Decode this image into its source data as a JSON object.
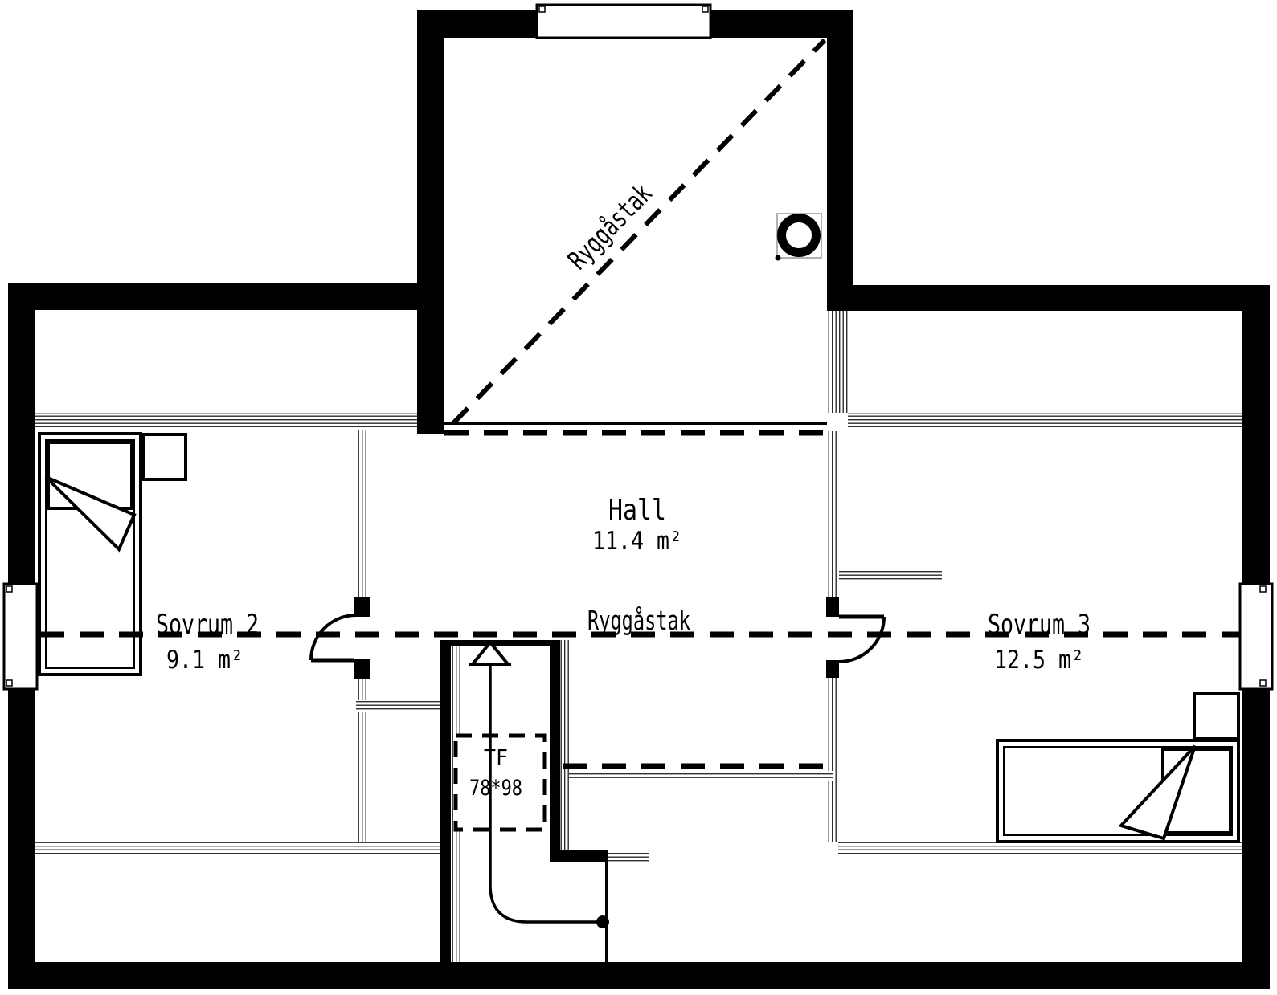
{
  "colors": {
    "ink": "#000000",
    "paper": "#ffffff",
    "hatch": "#2e2e2e",
    "chimney_frame_gray": "#999999"
  },
  "rooms": {
    "hall": {
      "name": "Hall",
      "area": "11.4 m²"
    },
    "sovrum2": {
      "name": "Sovrum 2",
      "area": "9.1 m²"
    },
    "sovrum3": {
      "name": "Sovrum 3",
      "area": "12.5 m²"
    }
  },
  "labels": {
    "ridge_diagonal": "Ryggåstak",
    "ridge_horizontal": "Ryggåstak",
    "roof_window_type": "TF",
    "roof_window_size": "78*98"
  }
}
